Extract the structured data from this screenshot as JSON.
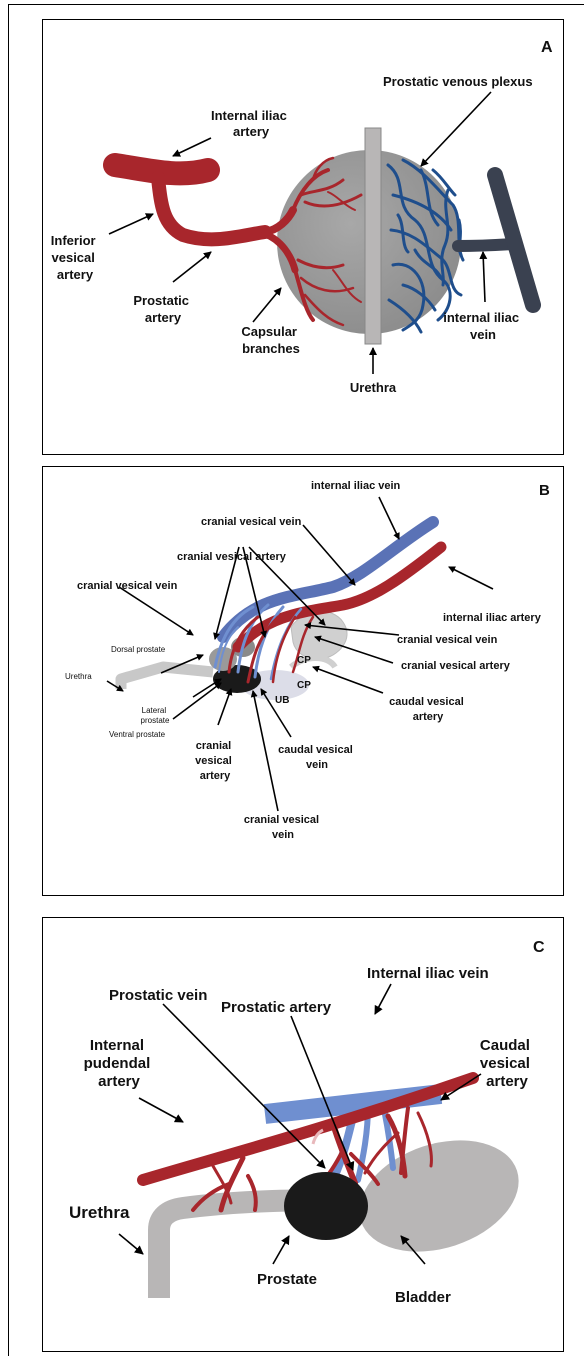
{
  "panelA": {
    "letter": "A",
    "labels": {
      "internal_iliac_artery": [
        "Internal iliac",
        "artery"
      ],
      "prostatic_venous_plexus": [
        "Prostatic venous plexus"
      ],
      "inferior_vesical_artery": [
        "Inferior",
        "vesical",
        "artery"
      ],
      "prostatic_artery": [
        "Prostatic",
        "artery"
      ],
      "capsular_branches": [
        "Capsular",
        "branches"
      ],
      "urethra": [
        "Urethra"
      ],
      "internal_iliac_vein": [
        "internal iliac",
        "vein"
      ]
    }
  },
  "panelB": {
    "letter": "B",
    "labels": {
      "internal_iliac_vein": [
        "internal iliac vein"
      ],
      "cranial_vesical_vein_top": [
        "cranial vesical vein"
      ],
      "cranial_vesical_artery_top": [
        "cranial vesical artery"
      ],
      "cranial_vesical_vein_left": [
        "cranial vesical vein"
      ],
      "internal_iliac_artery": [
        "internal iliac artery"
      ],
      "cranial_vesical_vein_right": [
        "cranial vesical vein"
      ],
      "cranial_vesical_artery_right": [
        "cranial vesical artery"
      ],
      "dorsal_prostate": [
        "Dorsal prostate"
      ],
      "cp_upper": [
        "CP"
      ],
      "cp_lower": [
        "CP"
      ],
      "urethra": [
        "Urethra"
      ],
      "ub": [
        "UB"
      ],
      "caudal_vesical_artery": [
        "caudal vesical",
        "artery"
      ],
      "lateral_prostate": [
        "Lateral",
        "prostate"
      ],
      "ventral_prostate": [
        "Ventral prostate"
      ],
      "cranial_vesical_artery_bottom": [
        "cranial",
        "vesical",
        "artery"
      ],
      "caudal_vesical_vein": [
        "caudal vesical",
        "vein"
      ],
      "cranial_vesical_vein_bottom": [
        "cranial vesical",
        "vein"
      ]
    }
  },
  "panelC": {
    "letter": "C",
    "labels": {
      "internal_iliac_vein": [
        "Internal iliac vein"
      ],
      "prostatic_vein": [
        "Prostatic vein"
      ],
      "prostatic_artery": [
        "Prostatic artery"
      ],
      "internal_pudendal_artery": [
        "Internal",
        "pudendal",
        "artery"
      ],
      "caudal_vesical_artery": [
        "Caudal",
        "vesical",
        "artery"
      ],
      "urethra": [
        "Urethra"
      ],
      "prostate": [
        "Prostate"
      ],
      "bladder": [
        "Bladder"
      ]
    }
  },
  "colors": {
    "artery": "#a8262c",
    "vein_dark": "#3a4150",
    "plexus": "#1f4e8c",
    "vein_blue": "#6f8fd0",
    "prostate_gray": "#9a9a9a",
    "urethra_gray": "#b8b6b6",
    "prostate_black": "#1a1a1a"
  }
}
